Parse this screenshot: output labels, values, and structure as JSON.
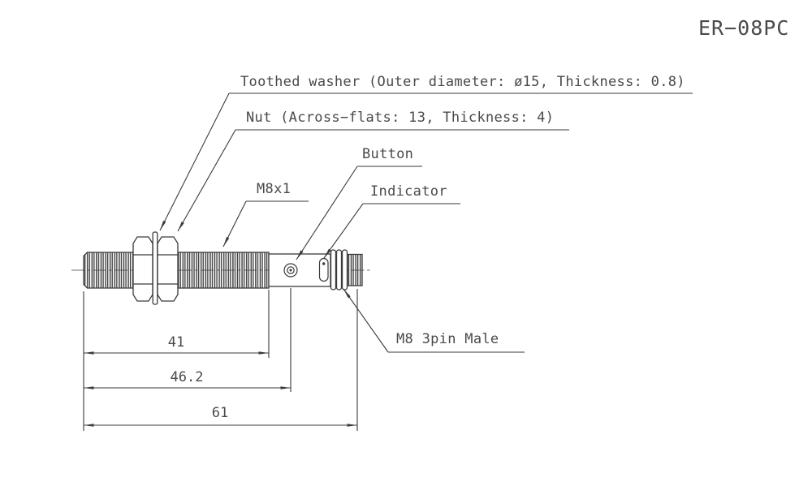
{
  "title": "ER−08PC",
  "part": {
    "labels": {
      "toothed_washer": "Toothed washer (Outer diameter: ø15, Thickness: 0.8)",
      "nut": "Nut (Across−flats: 13, Thickness: 4)",
      "thread": "M8x1",
      "button": "Button",
      "indicator": "Indicator",
      "connector": "M8 3pin Male"
    },
    "dimensions": {
      "thread_length": "41",
      "to_button": "46.2",
      "overall_length": "61"
    },
    "colors": {
      "line": "#3a3a3a",
      "text": "#4a4a4a",
      "background": "#ffffff"
    }
  }
}
